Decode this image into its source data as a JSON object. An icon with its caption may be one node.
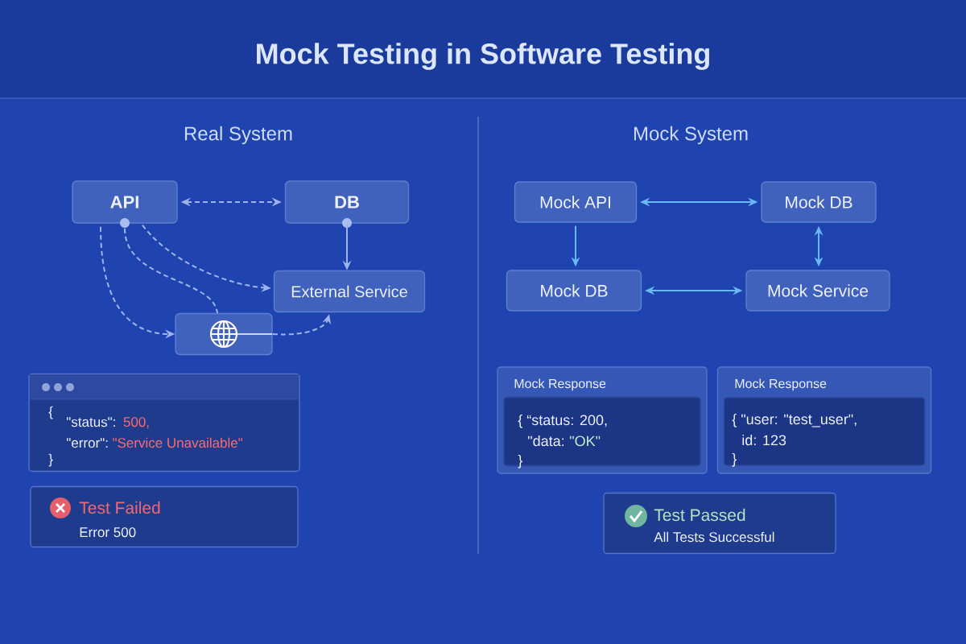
{
  "diagram": {
    "title": "Mock Testing in Software Testing",
    "nodes": [
      {
        "text": [
          "API"
        ]
      },
      {
        "text": [
          "DB"
        ]
      },
      {
        "text": [
          "External Service"
        ]
      },
      {
        "text": [],
        "shape": "box"
      },
      {
        "text": [
          "Mock API"
        ]
      },
      {
        "text": [
          "Mock DB"
        ]
      },
      {
        "text": [
          "Mock DB"
        ]
      },
      {
        "text": [
          "Mock Service"
        ]
      },
      {
        "text": [
          "{",
          "\"status\":",
          "500,",
          "\"error\":",
          "\"Service Unavailable\"",
          "}"
        ]
      },
      {
        "text": [
          "Test Failed",
          "Error 500"
        ]
      },
      {
        "text": [
          "Mock Response"
        ]
      },
      {
        "text": [
          "{ “status: 200,",
          "\"data:",
          "\"OK\"",
          "}"
        ],
        "in": 10
      },
      {
        "text": [
          "Mock Response"
        ]
      },
      {
        "text": [
          "{ \"user: \"test_user\",",
          "id: 123",
          "}"
        ],
        "in": 12
      },
      {
        "text": [
          "Test Passed",
          "All Tests Successful"
        ]
      }
    ],
    "edges": [
      {
        "from": 0,
        "to": 1,
        "arrow": "both",
        "style": "dashed"
      },
      {
        "from": 1,
        "to": 2,
        "arrow": "to"
      },
      {
        "from": 0,
        "to": 2,
        "arrow": "to",
        "style": "dashed"
      },
      {
        "from": 0,
        "to": 3,
        "arrow": "to",
        "style": "dashed"
      },
      {
        "from": 0,
        "to": 3,
        "arrow": "none",
        "style": "dashed"
      },
      {
        "from": 3,
        "to": 2,
        "arrow": "to",
        "style": "dashed"
      },
      {
        "from": 4,
        "to": 5,
        "arrow": "both",
        "color": "#6ab8f5"
      },
      {
        "from": 4,
        "to": 6,
        "arrow": "to",
        "color": "#6ab8f5"
      },
      {
        "from": 6,
        "to": 7,
        "arrow": "both",
        "color": "#6ab8f5"
      },
      {
        "from": 5,
        "to": 7,
        "arrow": "both",
        "color": "#6ab8f5"
      }
    ],
    "labels": [
      "Real System",
      "Mock System"
    ]
  }
}
